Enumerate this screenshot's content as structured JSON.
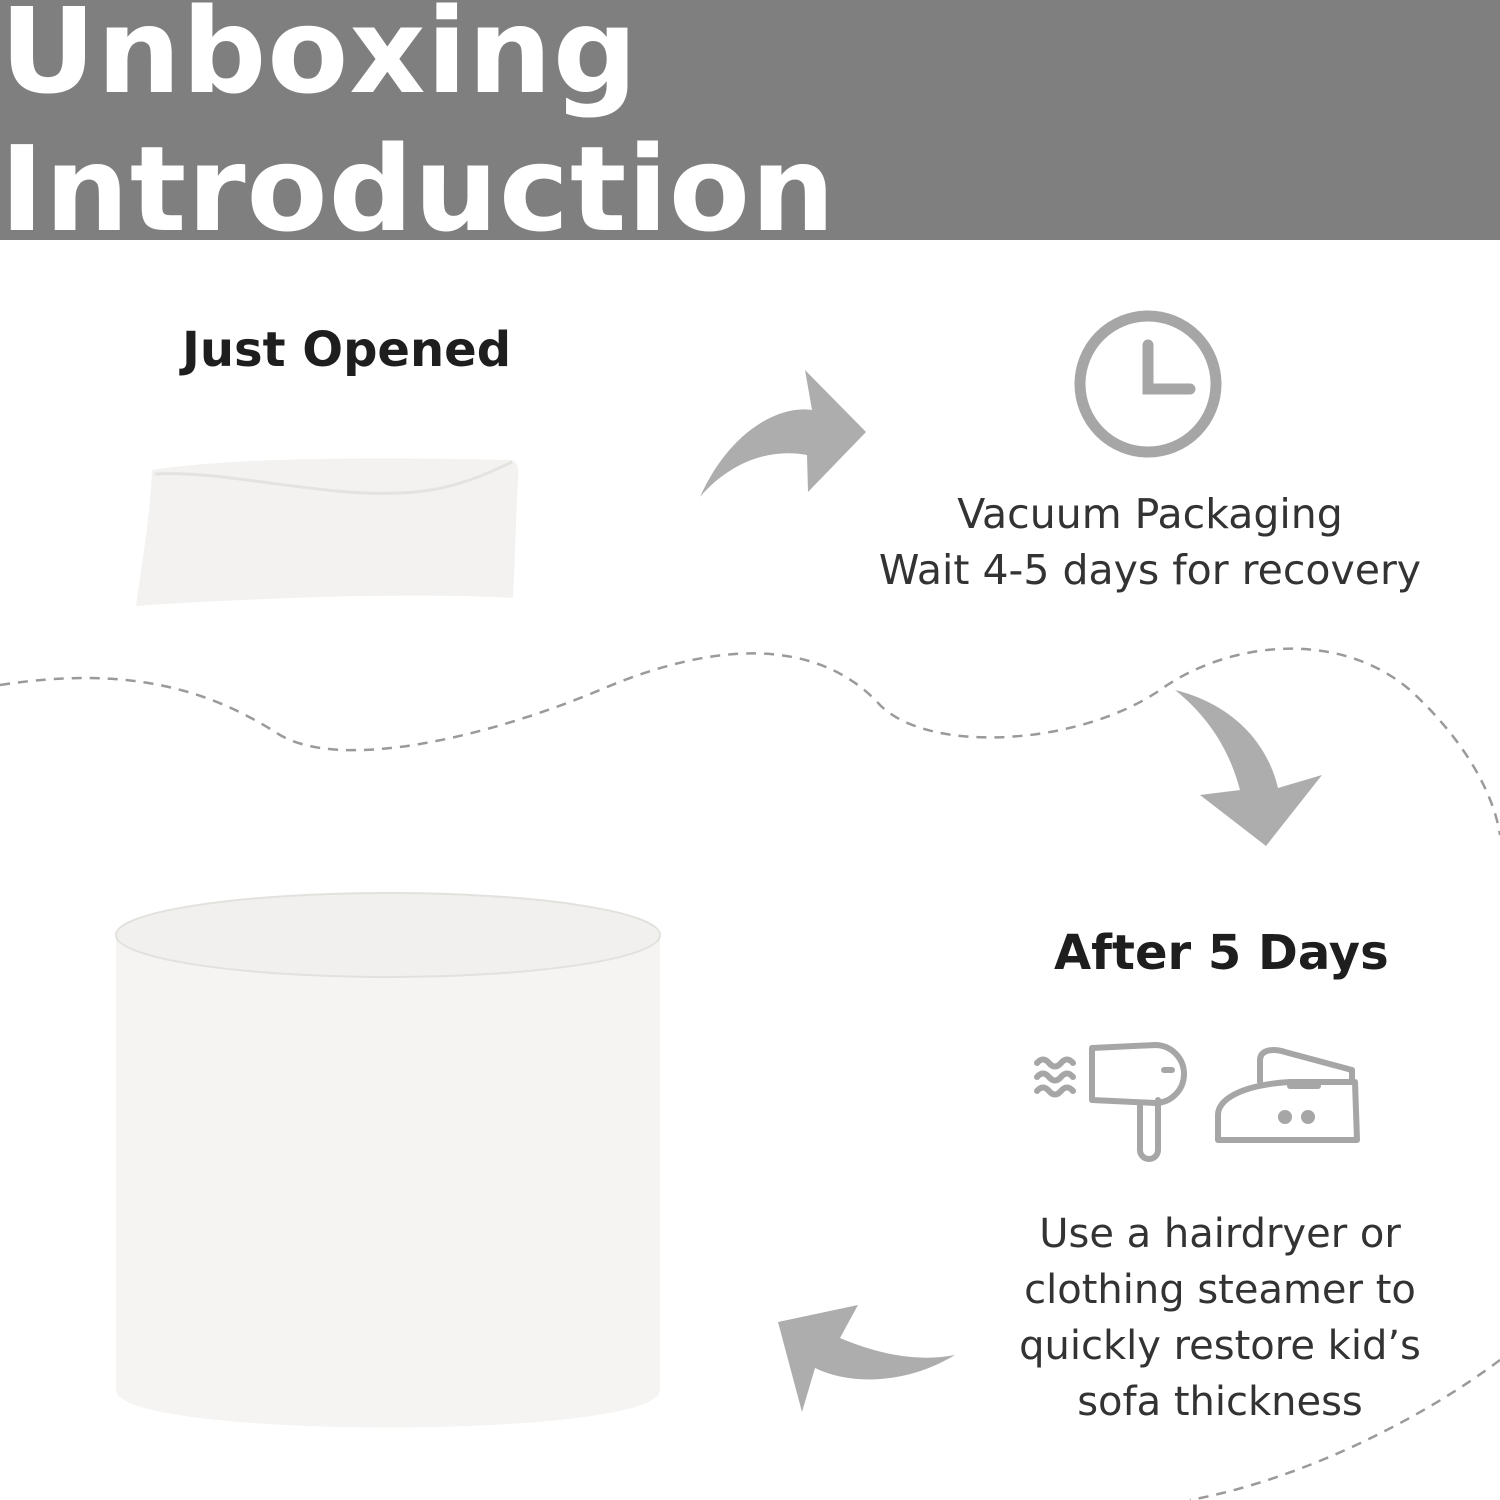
{
  "header": {
    "title": "Unboxing Introduction"
  },
  "step_opened": {
    "heading": "Just Opened"
  },
  "step_wait": {
    "lines": [
      "Vacuum Packaging",
      "Wait 4-5 days for recovery"
    ],
    "icon": "clock-icon"
  },
  "step_after": {
    "heading": "After 5 Days",
    "icons": [
      "hairdryer-icon",
      "clothing-steamer-icon"
    ],
    "lines": [
      "Use a hairdryer or",
      "clothing steamer to",
      "quickly restore kid’s",
      "sofa thickness"
    ]
  },
  "colors": {
    "header_bg": "#7f7f7f",
    "arrow": "#adadad",
    "icon_stroke": "#a6a6a6",
    "dashed_line": "#9a9a9a",
    "product": "#f3f2f0"
  }
}
